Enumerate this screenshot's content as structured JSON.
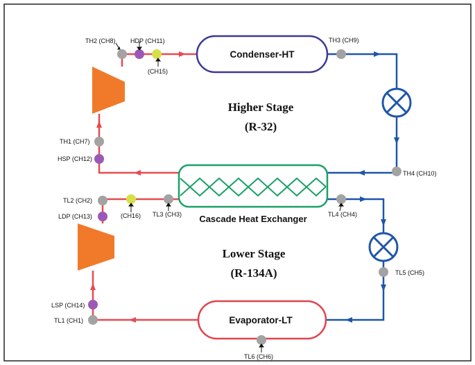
{
  "colors": {
    "hot_line": "#e84a4f",
    "cold_line": "#1f56a8",
    "condenser_border": "#3b3a94",
    "evaporator_border": "#e0434a",
    "hx_border": "#1aa067",
    "compressor": "#f07a2a",
    "sensor_temp": "#a3a3a3",
    "sensor_pressure": "#9b59b6",
    "sensor_flow": "#d6e04a"
  },
  "components": {
    "condenser": "Condenser-HT",
    "evaporator": "Evaporator-LT",
    "cascade_hx": "Cascade Heat Exchanger"
  },
  "stages": {
    "higher": {
      "title": "Higher Stage",
      "refrigerant": "(R-32)"
    },
    "lower": {
      "title": "Lower Stage",
      "refrigerant": "(R-134A)"
    }
  },
  "sensors": {
    "th1": "TH1 (CH7)",
    "th2": "TH2 (CH8)",
    "th3": "TH3 (CH9)",
    "th4": "TH4 (CH10)",
    "hdp": "HDP (CH11)",
    "hsp": "HSP (CH12)",
    "ch15": "(CH15)",
    "tl1": "TL1 (CH1)",
    "tl2": "TL2 (CH2)",
    "tl3": "TL3 (CH3)",
    "tl4": "TL4 (CH4)",
    "tl5": "TL5 (CH5)",
    "tl6": "TL6 (CH6)",
    "ldp": "LDP (CH13)",
    "lsp": "LSP (CH14)",
    "ch16": "(CH16)"
  }
}
